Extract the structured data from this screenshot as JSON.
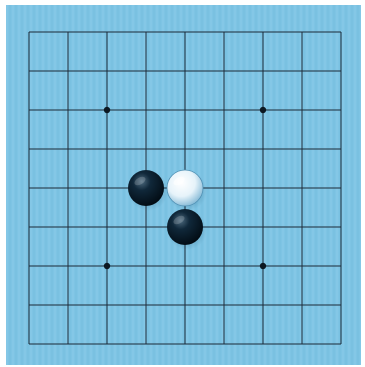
{
  "board": {
    "size": 9,
    "background_color": "#7ec4e4",
    "line_color": "#1b2a38",
    "star_points": [
      [
        2,
        2
      ],
      [
        6,
        2
      ],
      [
        2,
        6
      ],
      [
        6,
        6
      ]
    ]
  },
  "stones": [
    {
      "color": "black",
      "col": 3,
      "row": 4
    },
    {
      "color": "white",
      "col": 4,
      "row": 4
    },
    {
      "color": "black",
      "col": 4,
      "row": 5
    }
  ]
}
